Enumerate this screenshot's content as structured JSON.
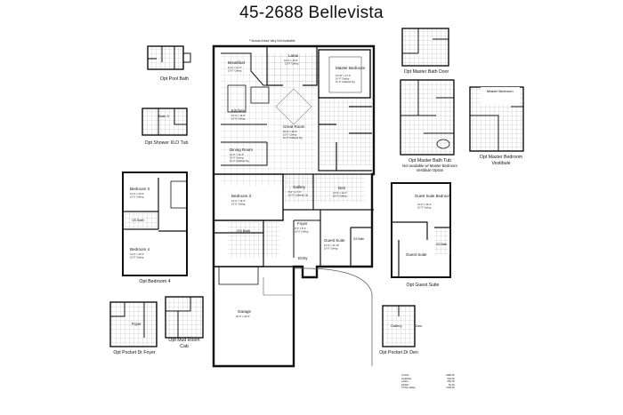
{
  "title": "45-2688 Bellevista",
  "note": "**Actual Areas Vary Not Available",
  "rooms": {
    "lanai": {
      "name": "Lanai",
      "dim": "41'-0\" x 10'-0\"",
      "ceil": "12'-0\" Ceiling"
    },
    "breakfast": {
      "name": "Breakfast",
      "dim": "11'-0\" x 11'-0\"",
      "ceil": "10'-0\" Ceiling"
    },
    "master": {
      "name": "Master Bedroom",
      "dim": "15'-10\" x 17'-6\"",
      "ceil": "10'-0\" Ceiling",
      "ceil2": "11'-0\" Coffered Clg"
    },
    "kitchen": {
      "name": "Kitchen",
      "dim": "15'-0\" x 14'-0\"",
      "ceil": "10'-0\" Ceiling"
    },
    "great": {
      "name": "Great Room",
      "dim": "20'-0\" x 19'-0\"",
      "ceil": "10'-0\" Ceiling",
      "ceil2": "11'-0\" Coffered Clg"
    },
    "dining": {
      "name": "Dining Room",
      "dim": "12'-0\" x 14'-6\"",
      "ceil": "10'-0\" Ceiling",
      "ceil2": "11'-0\" Coffered Clg"
    },
    "bed3": {
      "name": "Bedroom 3",
      "dim": "12'-0\" x 12'-0\"",
      "ceil": "10'-0\" Ceiling"
    },
    "gallery": {
      "name": "Gallery",
      "dim": "8'-0\" x 17'-0\"",
      "ceil": "10'-0\" Coffered Clg"
    },
    "den": {
      "name": "Den",
      "dim": "13'-0\" x 11'-0\"",
      "ceil": "10'-0\" Ceiling"
    },
    "gbath": {
      "name": "GS Bath"
    },
    "foyer": {
      "name": "Foyer",
      "dim": "9'-0\" x 8'-0\"",
      "ceil": "10'-0\" Ceiling"
    },
    "suite": {
      "name": "Guest Suite",
      "dim": "12'-0\" x 11'-10\"",
      "ceil": "10'-0\" Ceiling"
    },
    "gsbath2": {
      "name": "GS Bath"
    },
    "entry": {
      "name": "Entry"
    },
    "garage": {
      "name": "Garage",
      "dim": "20'-0\" x 23'-0\""
    },
    "bath3": {
      "name": "Bath 3"
    },
    "opt_bed3": {
      "name": "Bedroom 3",
      "dim": "12'-0\" x 12'-0\"",
      "ceil": "10'-0\" Ceiling"
    },
    "opt_bed4": {
      "name": "Bedroom 4",
      "dim": "12'-0\" x 12'-0\"",
      "ceil": "10'-0\" Ceiling"
    },
    "opt_gsbath": {
      "name": "GS Bath"
    },
    "opt_foyer": {
      "name": "Foyer"
    },
    "opt_master": {
      "name": "Master Bedroom"
    },
    "opt_gs_bed": {
      "name": "Guest Suite Bedroom",
      "dim": "12'-0\" x 12'-0\"",
      "ceil": "10'-0\" Ceiling"
    },
    "opt_gs": {
      "name": "Guest Suite"
    },
    "opt_gs_bath": {
      "name": "GS Bath"
    },
    "opt_gallery": {
      "name": "Gallery"
    },
    "opt_den": {
      "name": "Den"
    }
  },
  "captions": {
    "pool_bath": "Opt Pool Bath",
    "shower": "Opt Shower I/LO Tub",
    "bedroom4": "Opt Bedroom 4",
    "pocket_foyer": "Opt Pocket Dr Foyer",
    "mudroom": "Opt Mud Room Cab",
    "master_door": "Opt Master Bath Door",
    "master_tub": "Opt Master Bath Tub",
    "master_tub_note1": "Not available w/ Master Bedroom",
    "master_tub_note2": "Vestibule Option",
    "master_vest": "Opt Master Bedroom Vestibule",
    "guest_suite": "Opt Guest Suite",
    "pocket_den": "Opt Pocket Dr Den"
  },
  "area_table": [
    {
      "label": "LIVING",
      "value": "2688 SF"
    },
    {
      "label": "GARAGE",
      "value": "620 SF"
    },
    {
      "label": "LANAI",
      "value": "350 SF"
    },
    {
      "label": "ENTRY",
      "value": "50 SF"
    },
    {
      "label": "TOTAL AREA",
      "value": "3708 SF"
    }
  ]
}
